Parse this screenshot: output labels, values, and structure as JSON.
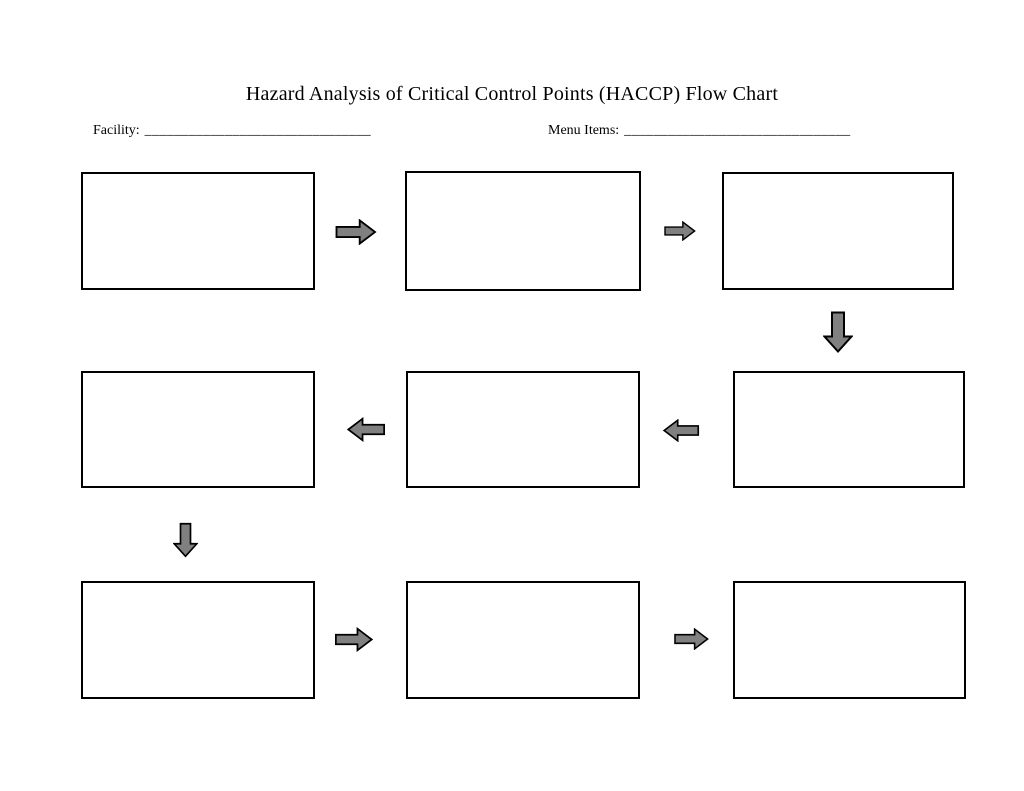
{
  "document": {
    "title": "Hazard Analysis of Critical Control Points (HACCP) Flow Chart",
    "fields": {
      "facility": {
        "label": "Facility:",
        "value": "",
        "blank_line": "_______________________________"
      },
      "menu_items": {
        "label": "Menu Items:",
        "value": "",
        "blank_line": "_______________________________"
      }
    }
  },
  "flowchart": {
    "boxes": [
      {
        "name": "step-1",
        "row": 1,
        "col": 1,
        "content": ""
      },
      {
        "name": "step-2",
        "row": 1,
        "col": 2,
        "content": ""
      },
      {
        "name": "step-3",
        "row": 1,
        "col": 3,
        "content": ""
      },
      {
        "name": "step-4",
        "row": 2,
        "col": 3,
        "content": ""
      },
      {
        "name": "step-5",
        "row": 2,
        "col": 2,
        "content": ""
      },
      {
        "name": "step-6",
        "row": 2,
        "col": 1,
        "content": ""
      },
      {
        "name": "step-7",
        "row": 3,
        "col": 1,
        "content": ""
      },
      {
        "name": "step-8",
        "row": 3,
        "col": 2,
        "content": ""
      },
      {
        "name": "step-9",
        "row": 3,
        "col": 3,
        "content": ""
      }
    ],
    "connectors": [
      {
        "from": "step-1",
        "to": "step-2",
        "direction": "right",
        "icon": "flow-arrow-right-icon"
      },
      {
        "from": "step-2",
        "to": "step-3",
        "direction": "right",
        "icon": "flow-arrow-right-icon"
      },
      {
        "from": "step-3",
        "to": "step-4",
        "direction": "down",
        "icon": "flow-arrow-down-icon"
      },
      {
        "from": "step-4",
        "to": "step-5",
        "direction": "left",
        "icon": "flow-arrow-left-icon"
      },
      {
        "from": "step-5",
        "to": "step-6",
        "direction": "left",
        "icon": "flow-arrow-left-icon"
      },
      {
        "from": "step-6",
        "to": "step-7",
        "direction": "down",
        "icon": "flow-arrow-down-icon"
      },
      {
        "from": "step-7",
        "to": "step-8",
        "direction": "right",
        "icon": "flow-arrow-right-icon"
      },
      {
        "from": "step-8",
        "to": "step-9",
        "direction": "right",
        "icon": "flow-arrow-right-icon"
      }
    ],
    "colors": {
      "arrow_fill": "#808080",
      "arrow_outline": "#000000",
      "box_border": "#000000",
      "background": "#ffffff"
    }
  }
}
